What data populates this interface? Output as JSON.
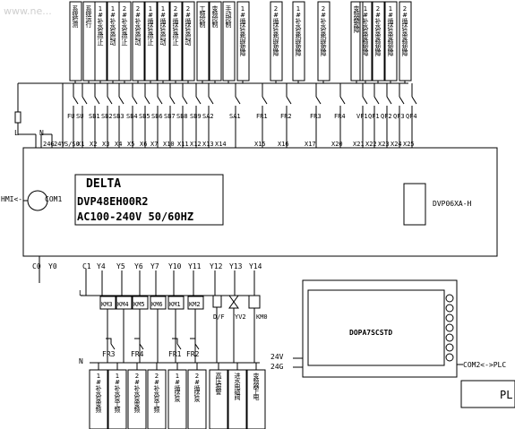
{
  "watermark": "www.ne...",
  "plc": {
    "brand": "DELTA",
    "model": "DVP48EH00R2",
    "power": "AC100-240V 50/60HZ"
  },
  "hmi_label": "HMI<-",
  "com1_label": "COM1",
  "expansion_label": "DVP06XA-H",
  "display_label": "DOPA7SCSTD",
  "com2_label": "COM2<->PLC",
  "supply_24v": "24V",
  "supply_24g": "24G",
  "pl_label": "PL",
  "top_labels": [
    "系统检测",
    "系统运行",
    "1#补水泵停止",
    "1#补水泵启动",
    "2#补水泵停止",
    "2#补水泵启动",
    "1#循环泵停止",
    "1#循环泵启动",
    "2#循环泵停止",
    "2#循环泵启动",
    "工频控制",
    "变频控制",
    "手动控制",
    "1#循环泵热继故障",
    "2#循环泵热继故障",
    "1#补水泵热继故障",
    "2#补水泵热继故障",
    "变频器故障",
    "1#补水泵变频故障",
    "2#补水泵变频故障",
    "1#循环泵变频故障",
    "2#循环泵变频故障"
  ],
  "contact_labels": [
    "FU",
    "SU",
    "SB1",
    "SB2",
    "SB3",
    "SB4",
    "SB5",
    "SB6",
    "SB7",
    "SB8",
    "SB9",
    "SA2",
    "SA1",
    "FR1",
    "FR2",
    "FR3",
    "FR4",
    "VF1",
    "QF1",
    "QF2",
    "QF3",
    "QF4"
  ],
  "input_terminals": [
    "24G",
    "24V",
    "S/S0",
    "X1",
    "X2",
    "X3",
    "X4",
    "X5",
    "X6",
    "X7",
    "X10",
    "X11",
    "X12",
    "X13",
    "X14",
    "X15",
    "X16",
    "X17",
    "X20",
    "X21",
    "X22",
    "X23",
    "X24",
    "X25"
  ],
  "output_terminals": [
    "C0",
    "Y0",
    "C1",
    "Y4",
    "Y5",
    "Y6",
    "Y7",
    "Y10",
    "Y11",
    "Y12",
    "Y13",
    "Y14"
  ],
  "coil_labels": [
    "KM3",
    "KM4",
    "KM5",
    "KM6",
    "KM1",
    "KM2"
  ],
  "device_labels": [
    "D/F",
    "YV2",
    "KM0"
  ],
  "fr_labels": [
    "FR3",
    "FR4",
    "FR1",
    "FR2"
  ],
  "side_labels": {
    "L": "L",
    "N": "N"
  },
  "bottom_labels": [
    "1#补水泵变频",
    "1#补水泵工频",
    "2#补水泵变频",
    "2#补水泵工频",
    "1#循环泵",
    "2#循环泵",
    "高压报警",
    "进水电磁阀",
    "变频器上电"
  ]
}
